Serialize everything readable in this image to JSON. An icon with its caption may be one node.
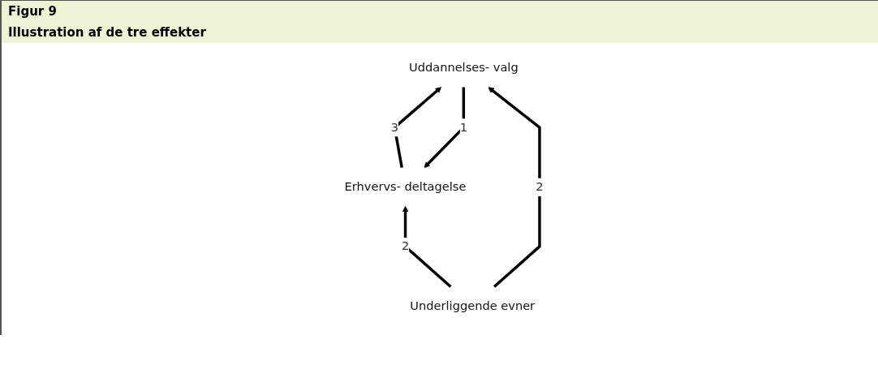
{
  "diagram": {
    "title": "Figur 9",
    "caption": "Illustration af de tre effekter",
    "nodes": [
      {
        "text": [
          "Erhvervs- deltagelse"
        ]
      },
      {
        "text": [
          "Uddannelses- valg"
        ]
      },
      {
        "text": [
          "Underliggende evner"
        ]
      }
    ],
    "edges": [
      {
        "from": 0,
        "to": 1,
        "arrow": "to",
        "label": "3"
      },
      {
        "from": 1,
        "to": 0,
        "arrow": "to",
        "label": "1"
      },
      {
        "from": 2,
        "to": 0,
        "arrow": "to",
        "label": "2"
      },
      {
        "from": 2,
        "to": 1,
        "arrow": "to",
        "label": "2"
      }
    ]
  }
}
